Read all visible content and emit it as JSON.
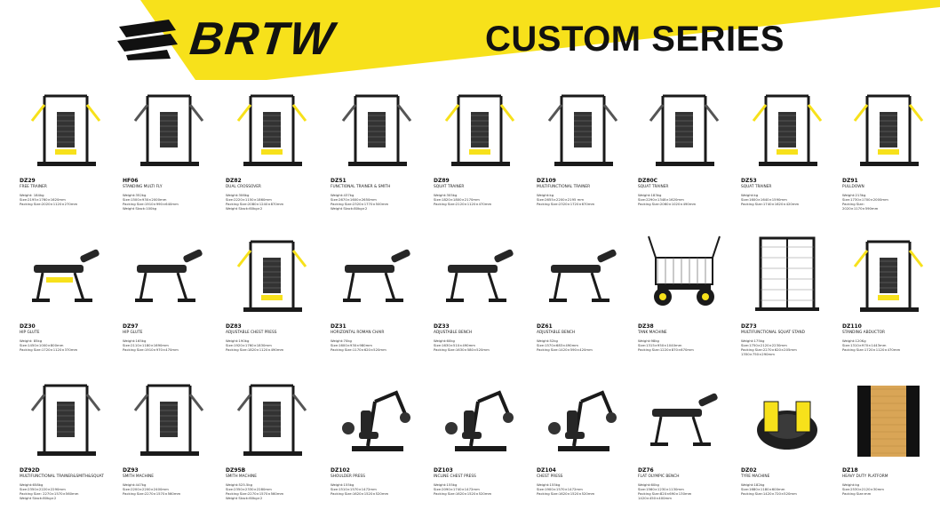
{
  "brand": {
    "logo_text": "BRTW",
    "title": "CUSTOM SERIES"
  },
  "colors": {
    "accent_yellow": "#F7E11B",
    "frame_black": "#1a1a1a",
    "pad_black": "#262626",
    "platform_tan": "#D9A556"
  },
  "products": [
    {
      "code": "DZ29",
      "name": "FREE TRAINER",
      "specs": [
        "Weight: 184kg",
        "Size:2195×1760×1620mm",
        "Packing Size:2020×1120×270mm"
      ],
      "icon": "gym-machine-icon"
    },
    {
      "code": "HF06",
      "name": "STANDING MULTI FLY",
      "specs": [
        "Weight:352kg",
        "Size:1500×930×2000mm",
        "Packing Size:1910×990×640mm",
        "Weight Stack:100kg"
      ],
      "icon": "gym-machine-icon"
    },
    {
      "code": "DZ82",
      "name": "DUAL CROSSOVER",
      "specs": [
        "Weight:306kg",
        "Size:2220×1150×1860mm",
        "Packing Size:2080×1240×870mm",
        "Weight Stack:60kg×2"
      ],
      "icon": "gym-machine-icon"
    },
    {
      "code": "DZ51",
      "name": "FUNCTIONAL TRAINER & SMITH",
      "specs": [
        "Weight:437kg",
        "Size:2670×1600×2650mm",
        "Packing Size:2320×1770×500mm",
        "Weight Stack:80kg×2"
      ],
      "icon": "gym-machine-icon"
    },
    {
      "code": "DZ89",
      "name": "SQUAT TRAINER",
      "specs": [
        "Weight:305kg",
        "Size:1820×1800×2170mm",
        "Packing Size:2120×1120×470mm"
      ],
      "icon": "gym-machine-icon"
    },
    {
      "code": "DZ109",
      "name": "MULTIFUNCTIONAL TRAINER",
      "specs": [
        "Weight:kg",
        "Size:2655×2200×2195 mm",
        "Packing Size:2320×1720×670mm"
      ],
      "icon": "gym-machine-icon"
    },
    {
      "code": "DZ80C",
      "name": "SQUAT TRAINER",
      "specs": [
        "Weight:183kg",
        "Size:2290×1348×1620mm",
        "Packing Size:2060×1020×490mm"
      ],
      "icon": "gym-machine-icon"
    },
    {
      "code": "DZ53",
      "name": "SQUAT TRAINER",
      "specs": [
        "Weight:kg",
        "Size:1600×1640×1590mm",
        "Packing Size:1740×1620×420mm"
      ],
      "icon": "gym-machine-icon"
    },
    {
      "code": "DZ91",
      "name": "PULLDOWN",
      "specs": [
        "Weight:213kg",
        "Size:1730×1700×2000mm",
        "Packing Size:",
        "2020×1170×590mm"
      ],
      "icon": "gym-machine-icon"
    },
    {
      "code": "DZ30",
      "name": "HIP GLUTE",
      "specs": [
        "Weight: 85kg",
        "Size:1450×1000×800mm",
        "Packing Size:1720×1120×370mm"
      ],
      "icon": "gym-bench-icon"
    },
    {
      "code": "DZ97",
      "name": "HIP GLUTE",
      "specs": [
        "Weight:165kg",
        "Size:2110×1180×1690mm",
        "Packing Size:1910×970×470mm"
      ],
      "icon": "gym-bench-icon"
    },
    {
      "code": "DZ83",
      "name": "ADJUSTABLE CHEST PRESS",
      "specs": [
        "Weight:190kg",
        "Size:1920×1760×1830mm",
        "Packing Size:1820×1120×490mm"
      ],
      "icon": "gym-machine-icon"
    },
    {
      "code": "DZ31",
      "name": "HORIZONTAL ROMAN CHAIR",
      "specs": [
        "Weight:70kg",
        "Size:1600×930×980mm",
        "Packing Size:1170×620×520mm"
      ],
      "icon": "gym-bench-icon"
    },
    {
      "code": "DZ33",
      "name": "ADJUSTABLE BENCH",
      "specs": [
        "Weight:60kg",
        "Size:1630×510×490mm",
        "Packing Size:1630×580×520mm"
      ],
      "icon": "gym-bench-icon"
    },
    {
      "code": "DZ61",
      "name": "ADJUSTABLE BENCH",
      "specs": [
        "Weight:52kg",
        "Size:1570×683×490mm",
        "Packing Size:1420×590×420mm"
      ],
      "icon": "gym-bench-icon"
    },
    {
      "code": "DZ38",
      "name": "TANK MACHINE",
      "specs": [
        "Weight:98kg",
        "Size:1315×950×1040mm",
        "Packing Size:1220×870×670mm"
      ],
      "icon": "gym-sled-icon"
    },
    {
      "code": "DZ73",
      "name": "MULTIFUNCTIONAL SQUAT STAND",
      "specs": [
        "Weight:175kg",
        "Size:1750×2120×2230mm",
        "Packing Size:2270×620×205mm",
        "1350×750×290mm"
      ],
      "icon": "gym-rack-icon"
    },
    {
      "code": "DZ110",
      "name": "STANDING ABDUCTOR",
      "specs": [
        "Weight:120Kg",
        "Size:1310×970×1443mm",
        "Packing Size:1720×1120×470mm"
      ],
      "icon": "gym-machine-icon"
    },
    {
      "code": "DZ92D",
      "name": "MULTIFUNCTIONAL TRAINER&SMITH&SQUAT",
      "specs": [
        "Weight:658kg",
        "Size:2350×2220×2290mm",
        "Packing Size: 2270×1570×560mm",
        "Weight Stack:80kg×2"
      ],
      "icon": "gym-machine-icon"
    },
    {
      "code": "DZ93",
      "name": "SMITH MACHINE",
      "specs": [
        "Weight:447kg",
        "Size:2200×2200×2400mm",
        "Packing Size:2270×1570×560mm"
      ],
      "icon": "gym-machine-icon"
    },
    {
      "code": "DZ95B",
      "name": "SMITH MACHINE",
      "specs": [
        "Weight:525.5kg",
        "Size:2350×2330×2280mm",
        "Packing Size:2270×1570×560mm",
        "Weight Stack:60kg×2"
      ],
      "icon": "gym-machine-icon"
    },
    {
      "code": "DZ102",
      "name": "SHOULDER PRESS",
      "specs": [
        "Weight:155kg",
        "Size:1510×1570×1472mm",
        "Packing Size:1620×1520×520mm"
      ],
      "icon": "gym-press-icon"
    },
    {
      "code": "DZ103",
      "name": "INCLINE CHEST PRESS",
      "specs": [
        "Weight:155kg",
        "Size:2090×1740×1472mm",
        "Packing Size:1620×1520×520mm"
      ],
      "icon": "gym-press-icon"
    },
    {
      "code": "DZ104",
      "name": "CHEST PRESS",
      "specs": [
        "Weight:155kg",
        "Size:1900×1570×1472mm",
        "Packing Size:1620×1520×520mm"
      ],
      "icon": "gym-press-icon"
    },
    {
      "code": "DZ76",
      "name": "FLAT OLYMPIC BENCH",
      "specs": [
        "Weight:60kg",
        "Size:1560×1230×1130mm",
        "Packing Size:820×690×130mm",
        "1420×450×400mm"
      ],
      "icon": "gym-bench-icon"
    },
    {
      "code": "DZ02",
      "name": "TYRE MACHINE",
      "specs": [
        "Weight:182kg",
        "Size:1680×1180×600mm",
        "Packing Size:1420×720×520mm"
      ],
      "icon": "gym-tyre-icon"
    },
    {
      "code": "DZ18",
      "name": "HEAVY DUTY PLATFORM",
      "specs": [
        "Weight:kg",
        "Size:2530×2120×30mm",
        "Packing Size:mm"
      ],
      "icon": "platform-icon"
    }
  ]
}
